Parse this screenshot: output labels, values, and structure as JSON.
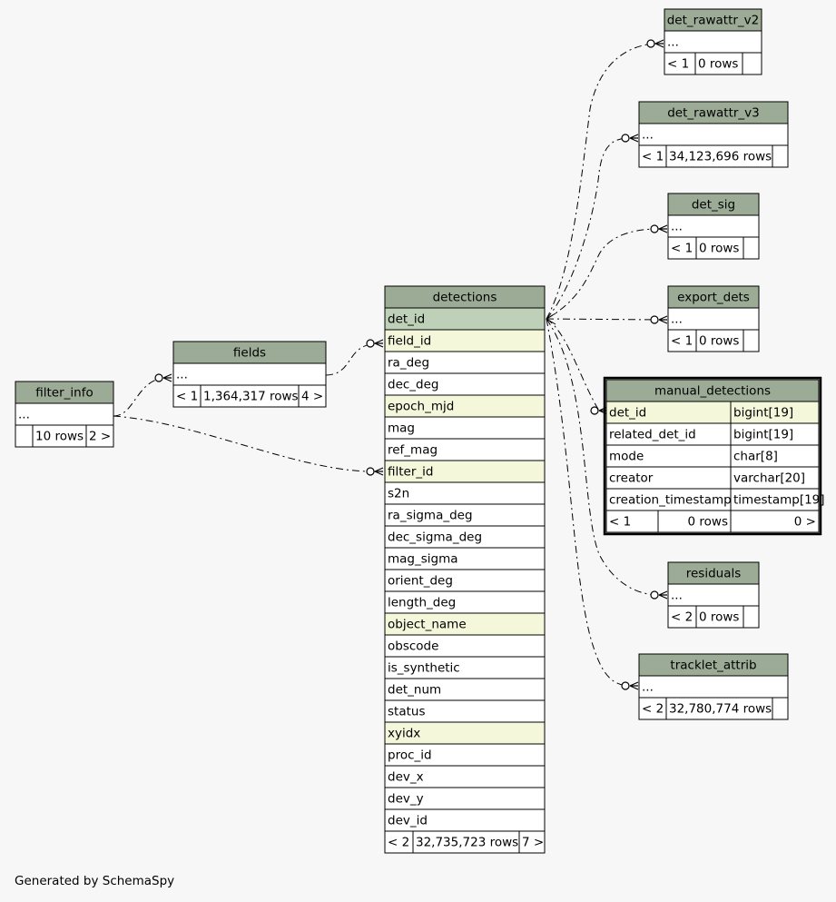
{
  "footer": "Generated by SchemaSpy",
  "colors": {
    "header": "#9bab96",
    "key": "#bed1b8",
    "indexed": "#f4f7da",
    "normal": "#ffffff",
    "edge": "#000000"
  },
  "tables": [
    {
      "id": "det_rawattr_v2",
      "title": "det_rawattr_v2",
      "rows": [
        {
          "cells": [
            "..."
          ],
          "kind": "normal"
        }
      ],
      "footer": [
        "< 1",
        "0 rows",
        ""
      ]
    },
    {
      "id": "det_rawattr_v3",
      "title": "det_rawattr_v3",
      "rows": [
        {
          "cells": [
            "..."
          ],
          "kind": "normal"
        }
      ],
      "footer": [
        "< 1",
        "34,123,696 rows",
        ""
      ]
    },
    {
      "id": "det_sig",
      "title": "det_sig",
      "rows": [
        {
          "cells": [
            "..."
          ],
          "kind": "normal"
        }
      ],
      "footer": [
        "< 1",
        "0 rows",
        ""
      ]
    },
    {
      "id": "export_dets",
      "title": "export_dets",
      "rows": [
        {
          "cells": [
            "..."
          ],
          "kind": "normal"
        }
      ],
      "footer": [
        "< 1",
        "0 rows",
        ""
      ]
    },
    {
      "id": "manual_detections",
      "title": "manual_detections",
      "focus": true,
      "rows": [
        {
          "cells": [
            "det_id",
            "bigint[19]"
          ],
          "kind": "indexed"
        },
        {
          "cells": [
            "related_det_id",
            "bigint[19]"
          ],
          "kind": "normal"
        },
        {
          "cells": [
            "mode",
            "char[8]"
          ],
          "kind": "normal"
        },
        {
          "cells": [
            "creator",
            "varchar[20]"
          ],
          "kind": "normal"
        },
        {
          "cells": [
            "creation_timestamp",
            "timestamp[19]"
          ],
          "kind": "normal"
        }
      ],
      "footer": [
        "< 1",
        "0 rows",
        "0 >"
      ]
    },
    {
      "id": "residuals",
      "title": "residuals",
      "rows": [
        {
          "cells": [
            "..."
          ],
          "kind": "normal"
        }
      ],
      "footer": [
        "< 2",
        "0 rows",
        ""
      ]
    },
    {
      "id": "tracklet_attrib",
      "title": "tracklet_attrib",
      "rows": [
        {
          "cells": [
            "..."
          ],
          "kind": "normal"
        }
      ],
      "footer": [
        "< 2",
        "32,780,774 rows",
        ""
      ]
    },
    {
      "id": "fields",
      "title": "fields",
      "rows": [
        {
          "cells": [
            "..."
          ],
          "kind": "normal"
        }
      ],
      "footer": [
        "< 1",
        "1,364,317 rows",
        "4 >"
      ]
    },
    {
      "id": "filter_info",
      "title": "filter_info",
      "rows": [
        {
          "cells": [
            "..."
          ],
          "kind": "normal"
        }
      ],
      "footer": [
        "",
        "10 rows",
        "2 >"
      ]
    },
    {
      "id": "detections",
      "title": "detections",
      "rows": [
        {
          "cells": [
            "det_id"
          ],
          "kind": "key"
        },
        {
          "cells": [
            "field_id"
          ],
          "kind": "indexed"
        },
        {
          "cells": [
            "ra_deg"
          ],
          "kind": "normal"
        },
        {
          "cells": [
            "dec_deg"
          ],
          "kind": "normal"
        },
        {
          "cells": [
            "epoch_mjd"
          ],
          "kind": "indexed"
        },
        {
          "cells": [
            "mag"
          ],
          "kind": "normal"
        },
        {
          "cells": [
            "ref_mag"
          ],
          "kind": "normal"
        },
        {
          "cells": [
            "filter_id"
          ],
          "kind": "indexed"
        },
        {
          "cells": [
            "s2n"
          ],
          "kind": "normal"
        },
        {
          "cells": [
            "ra_sigma_deg"
          ],
          "kind": "normal"
        },
        {
          "cells": [
            "dec_sigma_deg"
          ],
          "kind": "normal"
        },
        {
          "cells": [
            "mag_sigma"
          ],
          "kind": "normal"
        },
        {
          "cells": [
            "orient_deg"
          ],
          "kind": "normal"
        },
        {
          "cells": [
            "length_deg"
          ],
          "kind": "normal"
        },
        {
          "cells": [
            "object_name"
          ],
          "kind": "indexed"
        },
        {
          "cells": [
            "obscode"
          ],
          "kind": "normal"
        },
        {
          "cells": [
            "is_synthetic"
          ],
          "kind": "normal"
        },
        {
          "cells": [
            "det_num"
          ],
          "kind": "normal"
        },
        {
          "cells": [
            "status"
          ],
          "kind": "normal"
        },
        {
          "cells": [
            "xyidx"
          ],
          "kind": "indexed"
        },
        {
          "cells": [
            "proc_id"
          ],
          "kind": "normal"
        },
        {
          "cells": [
            "dev_x"
          ],
          "kind": "normal"
        },
        {
          "cells": [
            "dev_y"
          ],
          "kind": "normal"
        },
        {
          "cells": [
            "dev_id"
          ],
          "kind": "normal"
        }
      ],
      "footer": [
        "< 2",
        "32,735,723 rows",
        "7 >"
      ]
    }
  ]
}
